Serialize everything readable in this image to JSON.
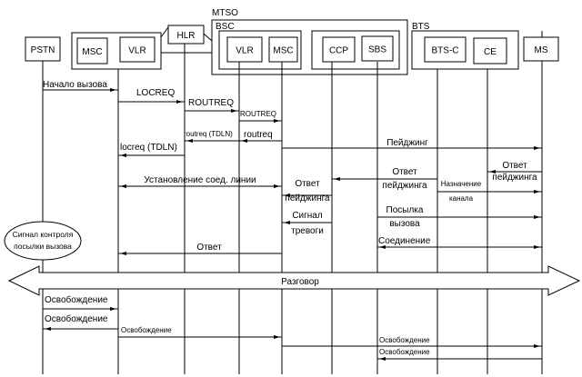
{
  "groups": {
    "mtso": "MTSO",
    "bsc": "BSC",
    "bts": "BTS"
  },
  "participants": [
    {
      "id": "pstn",
      "label": "PSTN"
    },
    {
      "id": "msc1",
      "label": "MSC"
    },
    {
      "id": "vlr1",
      "label": "VLR"
    },
    {
      "id": "hlr",
      "label": "HLR"
    },
    {
      "id": "vlr2",
      "label": "VLR"
    },
    {
      "id": "msc2",
      "label": "MSC"
    },
    {
      "id": "ccp",
      "label": "CCP"
    },
    {
      "id": "sbs",
      "label": "SBS"
    },
    {
      "id": "btsc",
      "label": "BTS-C"
    },
    {
      "id": "ce",
      "label": "CE"
    },
    {
      "id": "ms",
      "label": "MS"
    }
  ],
  "messages": [
    {
      "from": "pstn",
      "to": "vlr1",
      "label": [
        "Начало вызова"
      ]
    },
    {
      "from": "vlr1",
      "to": "hlr",
      "label": [
        "LOCREQ"
      ]
    },
    {
      "from": "hlr",
      "to": "vlr2",
      "label": [
        "ROUTREQ"
      ]
    },
    {
      "from": "vlr2",
      "to": "msc2",
      "label": [
        "ROUTREQ"
      ]
    },
    {
      "from": "vlr2",
      "to": "hlr",
      "label": [
        "routreq (TDLN)"
      ]
    },
    {
      "from": "msc2",
      "to": "vlr2",
      "label": [
        "routreq"
      ]
    },
    {
      "from": "msc2",
      "to": "ms",
      "label": [
        "Пейджинг"
      ]
    },
    {
      "from": "hlr",
      "to": "vlr1",
      "label": [
        "locreq (TDLN)"
      ]
    },
    {
      "from": "ms",
      "to": "ce",
      "label": [
        "Ответ",
        "пейджинга"
      ]
    },
    {
      "from": "btsc",
      "to": "ccp",
      "label": [
        "Ответ",
        "пейджинга"
      ]
    },
    {
      "from": "btsc",
      "to": "ms",
      "label": [
        "Назначение",
        "канала"
      ]
    },
    {
      "from": "vlr1",
      "to": "msc2",
      "bidir": true,
      "label": [
        "Установление соед. линии"
      ]
    },
    {
      "from": "ccp",
      "to": "msc2",
      "label": [
        "Ответ",
        "пейджинга"
      ]
    },
    {
      "from": "sbs",
      "to": "ms",
      "label": [
        "Посылка",
        "вызова"
      ]
    },
    {
      "from": "ccp",
      "to": "msc2",
      "label": [
        "Сигнал",
        "тревоги"
      ]
    },
    {
      "from": "sbs",
      "to": "ms",
      "bidir": true,
      "label": [
        "Соединение"
      ]
    },
    {
      "from": "msc2",
      "to": "vlr1",
      "label": [
        "Ответ"
      ]
    },
    {
      "from": "pstn",
      "to": "vlr1",
      "label": [
        "Освобождение"
      ]
    },
    {
      "from": "vlr1",
      "to": "pstn",
      "label": [
        "Освобождение"
      ]
    },
    {
      "from": "vlr1",
      "to": "msc2",
      "label": [
        "Освобождение"
      ]
    },
    {
      "from": "msc2",
      "to": "ms",
      "label": [
        "Освобождение"
      ]
    },
    {
      "from": "ms",
      "to": "sbs",
      "label": [
        "Освобождение"
      ]
    }
  ],
  "note": [
    "Сигнал контроля",
    "посылки вызова"
  ],
  "conversation": "Разговор"
}
